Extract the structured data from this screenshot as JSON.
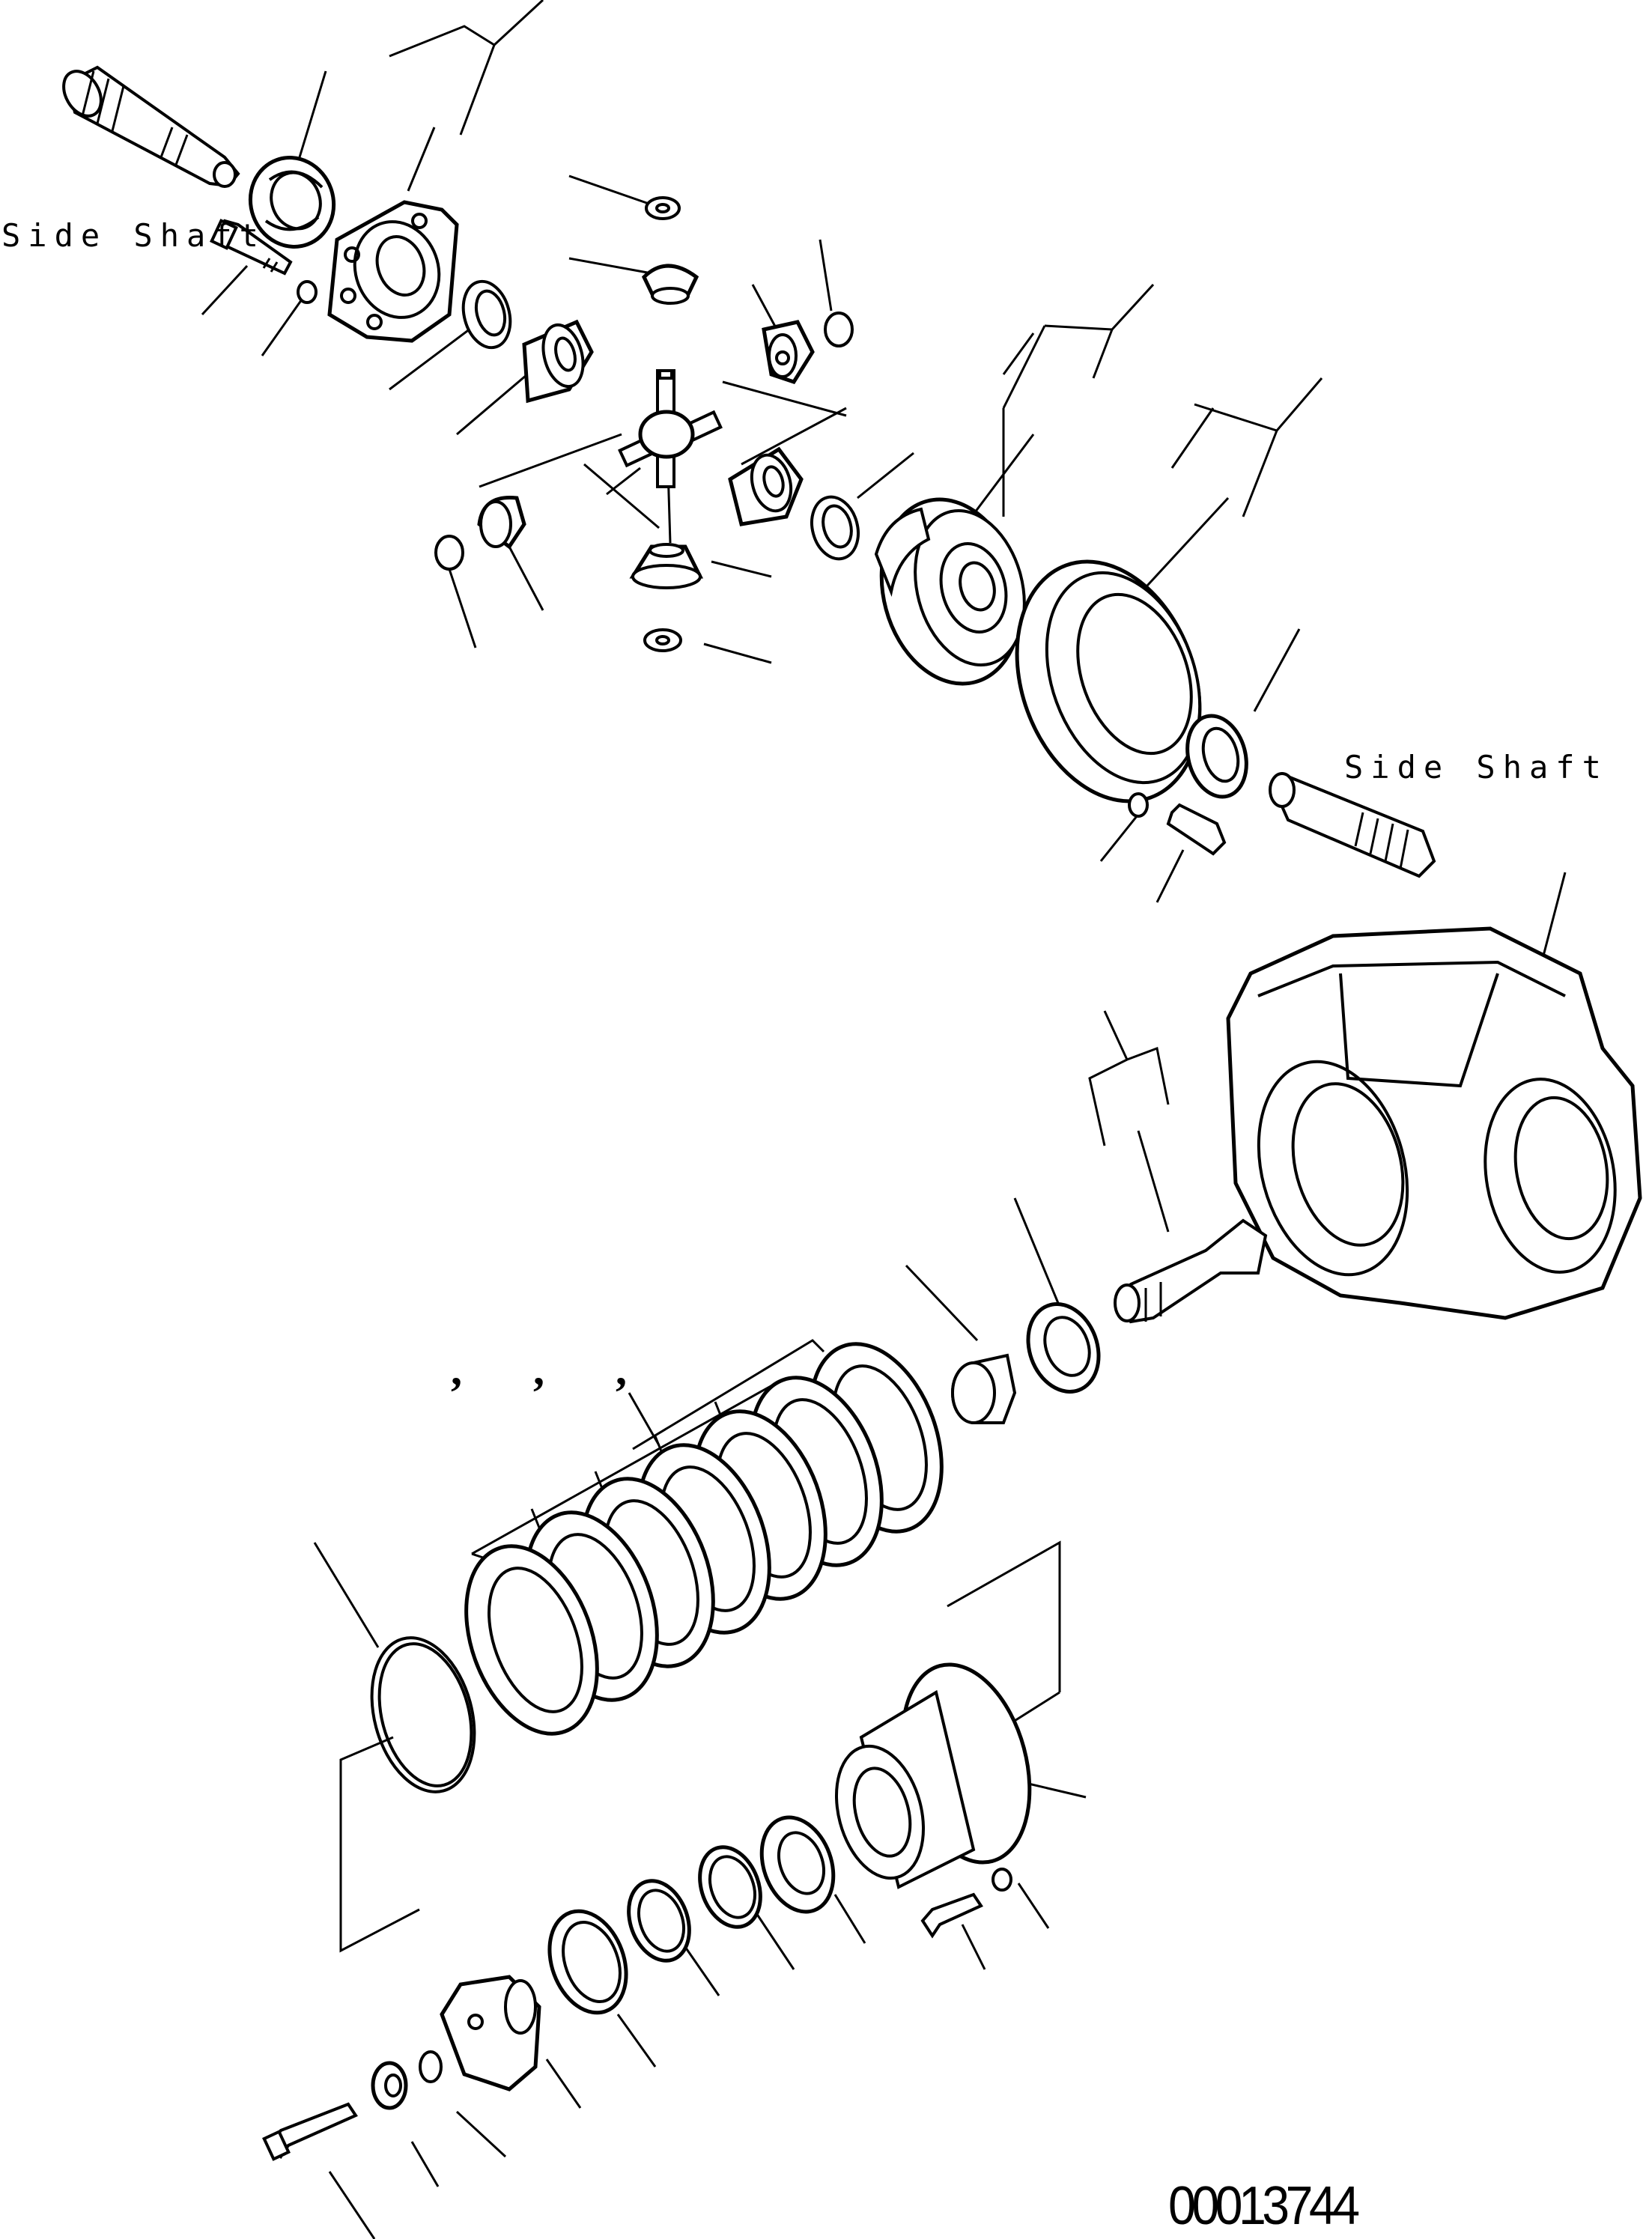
{
  "labels": {
    "side_shaft_left": "Side Shaft",
    "side_shaft_right": "Side Shaft",
    "comma_1": ",",
    "comma_2": ",",
    "comma_3": ","
  },
  "figure_number": "00013744",
  "colors": {
    "line": "#000000",
    "background": "#ffffff"
  }
}
